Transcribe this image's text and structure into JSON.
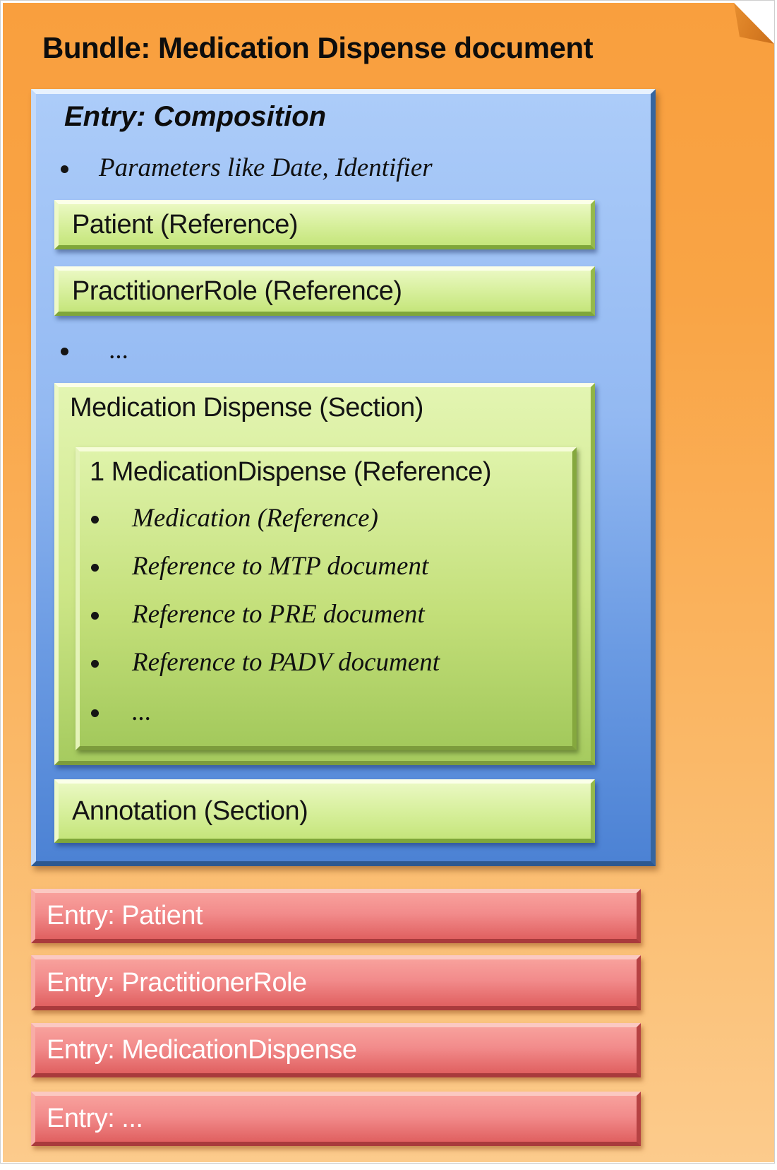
{
  "bundle": {
    "title": "Bundle: Medication Dispense document"
  },
  "composition": {
    "title": "Entry: Composition",
    "bullets": [
      "Parameters like Date, Identifier",
      "..."
    ],
    "reference_bars": [
      "Patient (Reference)",
      "PractitionerRole (Reference)"
    ],
    "section": {
      "title": "Medication Dispense (Section)",
      "inner": {
        "title": "1 MedicationDispense (Reference)",
        "bullets": [
          "Medication (Reference)",
          "Reference to MTP document",
          "Reference to PRE document",
          "Reference to PADV document",
          "..."
        ]
      }
    },
    "annotation": "Annotation (Section)"
  },
  "entries": [
    "Entry: Patient",
    "Entry: PractitionerRole",
    "Entry: MedicationDispense",
    "Entry: ..."
  ],
  "colors": {
    "page_orange_top": "#F99F3E",
    "page_orange_bottom": "#FCCB8C",
    "fold_orange": "#D87C22",
    "composition_blue_top": "#ACCCF9",
    "composition_blue_bottom": "#4C82D4",
    "reference_green": "#D8F09E",
    "section_green": "#A6CB5F",
    "entry_red": "#E06060",
    "text_dark": "#0D0D0D",
    "text_light": "#FFFFFF"
  }
}
